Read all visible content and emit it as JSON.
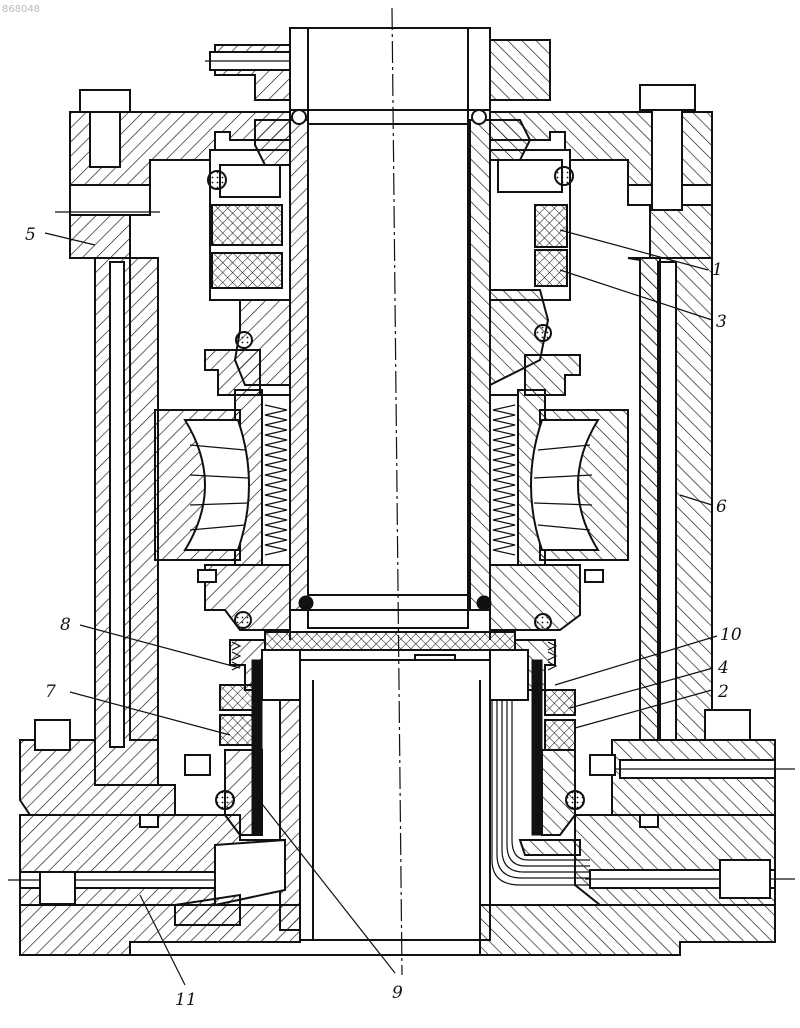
{
  "diagram": {
    "watermark": "868048",
    "callouts": [
      {
        "id": "c1",
        "text": "1"
      },
      {
        "id": "c2",
        "text": "2"
      },
      {
        "id": "c3",
        "text": "3"
      },
      {
        "id": "c4",
        "text": "4"
      },
      {
        "id": "c5",
        "text": "5"
      },
      {
        "id": "c6",
        "text": "6"
      },
      {
        "id": "c7",
        "text": "7"
      },
      {
        "id": "c8",
        "text": "8"
      },
      {
        "id": "c9",
        "text": "9"
      },
      {
        "id": "c10",
        "text": "10"
      },
      {
        "id": "c11",
        "text": "11"
      }
    ]
  }
}
